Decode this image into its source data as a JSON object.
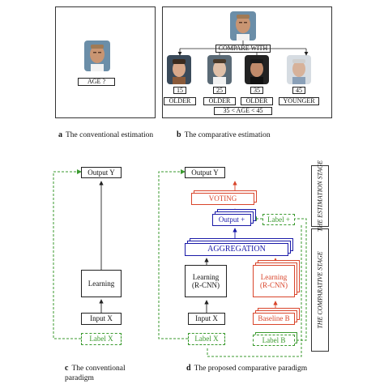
{
  "panel_a": {
    "age_label": "AGE ?",
    "caption_letter": "a",
    "caption_text": "The conventional estimation"
  },
  "panel_b": {
    "compare_label": "COMPARE WITH",
    "ref_ages": [
      "15",
      "25",
      "35",
      "45"
    ],
    "relations": [
      "OLDER",
      "OLDER",
      "OLDER",
      "YOUNGER"
    ],
    "result": "35 < AGE < 45",
    "caption_letter": "b",
    "caption_text": "The comparative estimation"
  },
  "panel_c": {
    "output": "Output Y",
    "learning": "Learning",
    "input": "Input X",
    "label": "Label X",
    "caption_letter": "c",
    "caption_text": "The conventional paradigm"
  },
  "panel_d": {
    "output": "Output Y",
    "voting": "VOTING",
    "output_plus": "Output +",
    "label_plus": "Label +",
    "aggregation": "AGGREGATION",
    "learning_left": "Learning\n(R-CNN)",
    "learning_right": "Learning\n(R-CNN)",
    "input": "Input X",
    "baseline": "Baseline B",
    "label_x": "Label X",
    "label_b": "Label B",
    "stage_estimation": "THE ESTIMATION STAGE",
    "stage_comparative": "THE COMPARATIVE STAGE",
    "caption_letter": "d",
    "caption_text": "The proposed comparative paradigm"
  },
  "colors": {
    "red": "#d9452b",
    "blue": "#1a1aa8",
    "green": "#3a9a2e"
  }
}
